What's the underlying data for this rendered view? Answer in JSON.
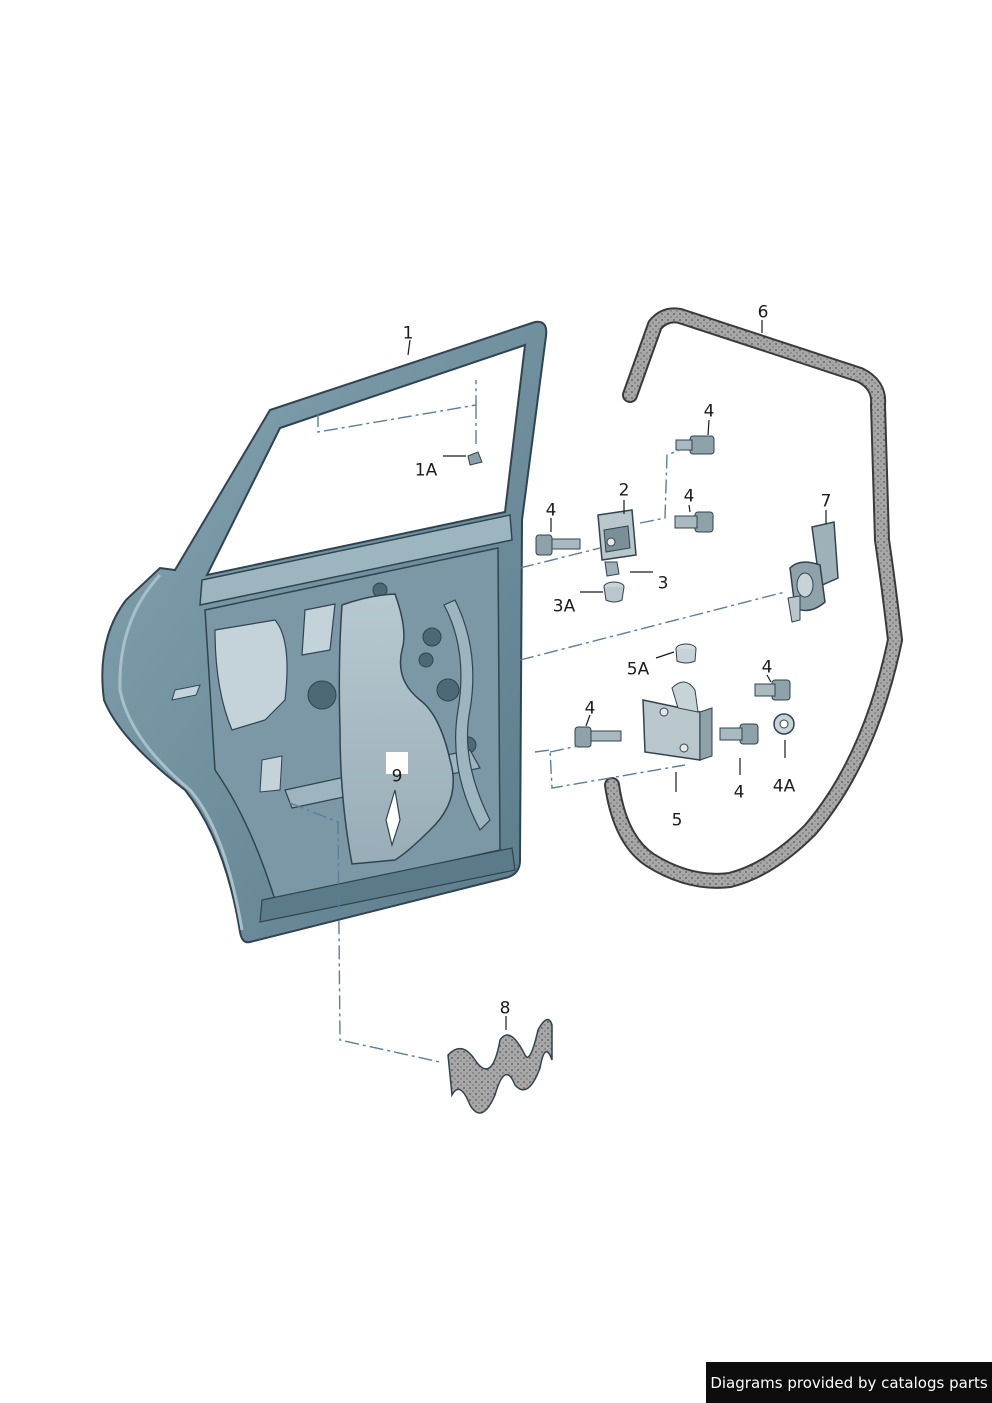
{
  "callouts": [
    {
      "id": "1",
      "label": "1"
    },
    {
      "id": "1A",
      "label": "1A"
    },
    {
      "id": "2",
      "label": "2"
    },
    {
      "id": "3",
      "label": "3"
    },
    {
      "id": "3A",
      "label": "3A"
    },
    {
      "id": "4a",
      "label": "4"
    },
    {
      "id": "4b",
      "label": "4"
    },
    {
      "id": "4c",
      "label": "4"
    },
    {
      "id": "4d",
      "label": "4"
    },
    {
      "id": "4e",
      "label": "4"
    },
    {
      "id": "4f",
      "label": "4"
    },
    {
      "id": "4A",
      "label": "4A"
    },
    {
      "id": "5",
      "label": "5"
    },
    {
      "id": "5A",
      "label": "5A"
    },
    {
      "id": "6",
      "label": "6"
    },
    {
      "id": "7",
      "label": "7"
    },
    {
      "id": "8",
      "label": "8"
    },
    {
      "id": "9",
      "label": "9"
    }
  ],
  "footer": {
    "text": "Diagrams provided by catalogs parts"
  },
  "colors": {
    "door_fill": "#6f8f9e",
    "door_dark": "#3d5663",
    "door_light": "#9fb7c2",
    "panel_fill": "#a9bcc5",
    "seal_fill": "#8c8c8c",
    "part_fill": "#b9c6cc",
    "leader_line": "#5a7f99",
    "label_text": "#1a1a1a"
  }
}
